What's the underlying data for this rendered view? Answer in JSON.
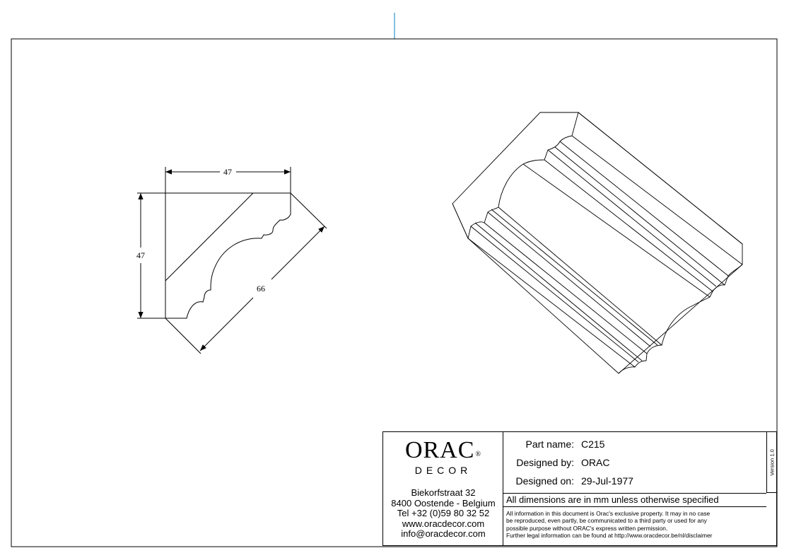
{
  "drawing": {
    "dimensions": {
      "top_width": "47",
      "side_height": "47",
      "diagonal": "66"
    }
  },
  "title_block": {
    "brand": {
      "name": "ORAC",
      "registered_mark": "®",
      "subtitle": "DECOR"
    },
    "address": {
      "street": "Biekorfstraat 32",
      "city": "8400 Oostende - Belgium",
      "phone": "Tel  +32 (0)59 80 32 52",
      "website": "www.oracdecor.com",
      "email": "info@oracdecor.com"
    },
    "fields": [
      {
        "label": "Part name:",
        "value": "C215"
      },
      {
        "label": "Designed by:",
        "value": "ORAC"
      },
      {
        "label": "Designed on:",
        "value": "29-Jul-1977"
      }
    ],
    "version": "Version 1.0",
    "dimensions_note": "All dimensions are in mm unless otherwise specified",
    "legal": [
      "All information in this document is Orac's exclusive property.  It may in no case",
      "be reproduced, even partly, be communicated to a third party or used for any",
      "possible purpose without ORAC's express written permission.",
      "Further legal information can be found at http://www.oracdecor.be/nl/disclaimer"
    ]
  }
}
